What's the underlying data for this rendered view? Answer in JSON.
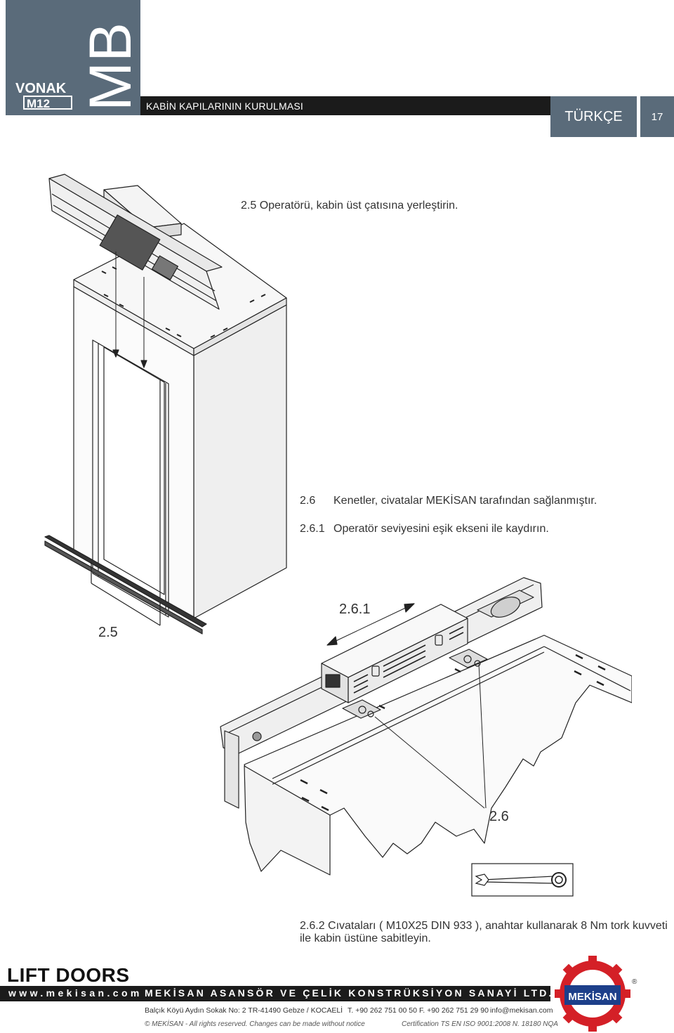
{
  "header": {
    "logo_vonak": "VONAK",
    "logo_m12": "M12",
    "logo_mb": "MB",
    "section_title": "KABİN KAPILARININ KURULMASI",
    "language": "TÜRKÇE",
    "page_number": "17"
  },
  "steps": {
    "s25": "2.5  Operatörü, kabin üst çatısına yerleştirin.",
    "s26_num": "2.6",
    "s26_text": "Kenetler, civatalar MEKİSAN tarafından sağlanmıştır.",
    "s261_num": "2.6.1",
    "s261_text": "Operatör seviyesini eşik ekseni ile kaydırın.",
    "s262": "2.6.2  Cıvataları ( M10X25 DIN 933 ), anahtar kullanarak 8 Nm tork kuvveti ile kabin üstüne sabitleyin."
  },
  "diagram_labels": {
    "label_25": "2.5",
    "label_261": "2.6.1",
    "label_26": "2.6"
  },
  "footer": {
    "lift_doors": "LIFT DOORS",
    "website": "www.mekisan.com",
    "company": "MEKİSAN ASANSÖR VE ÇELİK KONSTRÜKSİYON SANAYİ LTD. ŞTİ.",
    "address": "Balçık Köyü Aydın Sokak No: 2 TR-41490 Gebze / KOCAELİ",
    "phone": "T. +90 262 751 00 50",
    "fax": "F. +90 262 751 29 90",
    "email": "info@mekisan.com",
    "rights": "© MEKİSAN - All rights reserved. Changes can be made without notice",
    "certification": "Certification TS EN ISO 9001:2008 N. 18180 NQA",
    "logo_text": "MEKİSAN",
    "registered": "®"
  },
  "colors": {
    "brand_slate": "#5a6b7a",
    "bar_black": "#1b1b1b",
    "logo_red": "#d42027",
    "logo_blue": "#1d3f8a"
  }
}
